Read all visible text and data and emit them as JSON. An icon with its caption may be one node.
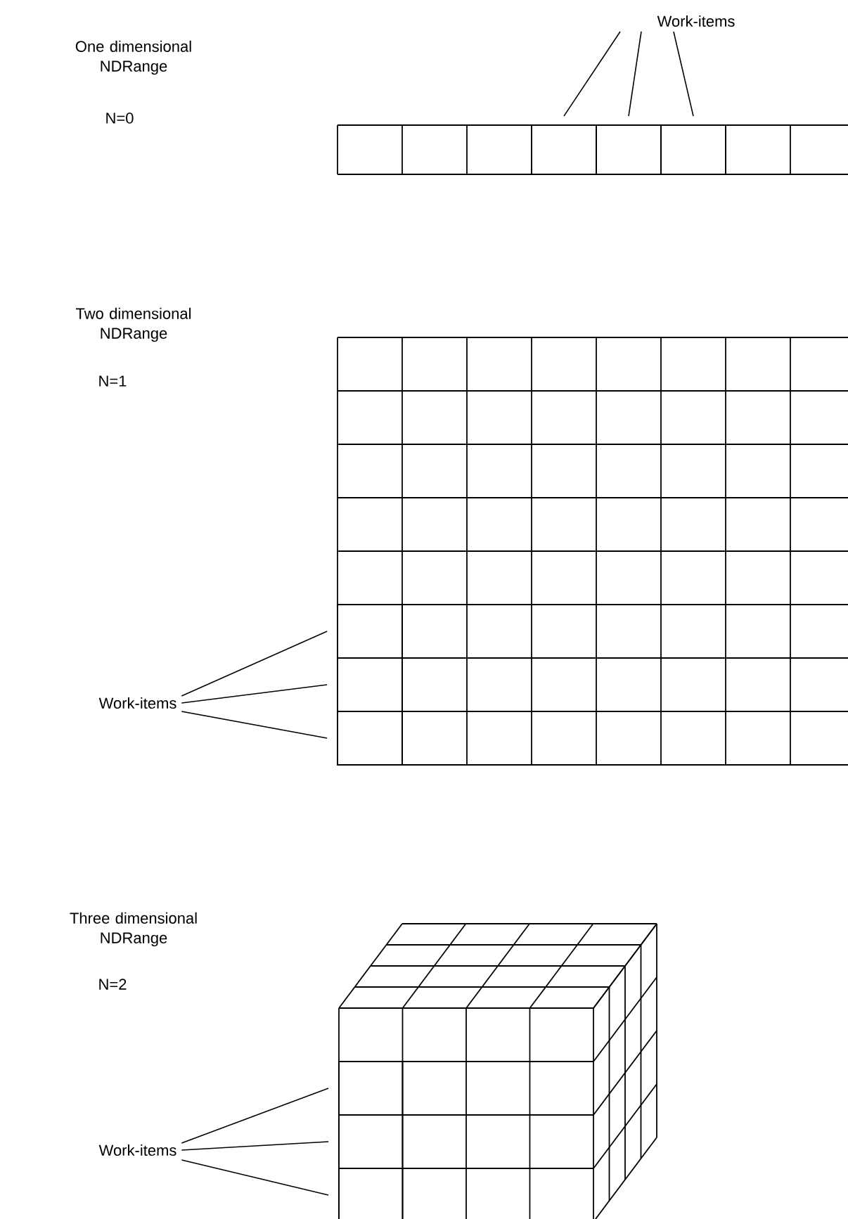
{
  "diagram": {
    "nodes": [
      {
        "text": [
          "Work-items"
        ]
      },
      {
        "text": [],
        "shape": "box"
      },
      {
        "text": [],
        "shape": "box"
      },
      {
        "text": [],
        "shape": "box"
      },
      {
        "text": [
          "Work-items"
        ]
      },
      {
        "text": [],
        "shape": "box"
      },
      {
        "text": [],
        "shape": "box"
      },
      {
        "text": [],
        "shape": "box"
      },
      {
        "text": [
          "Work-items"
        ]
      },
      {
        "text": [],
        "shape": "box"
      },
      {
        "text": [],
        "shape": "box"
      },
      {
        "text": [],
        "shape": "box"
      }
    ],
    "edges": [
      {
        "from": 0,
        "to": 1,
        "arrow": "none"
      },
      {
        "from": 0,
        "to": 2,
        "arrow": "none"
      },
      {
        "from": 0,
        "to": 3,
        "arrow": "none"
      },
      {
        "from": 4,
        "to": 5,
        "arrow": "none"
      },
      {
        "from": 4,
        "to": 6,
        "arrow": "none"
      },
      {
        "from": 4,
        "to": 7,
        "arrow": "none"
      },
      {
        "from": 8,
        "to": 9,
        "arrow": "none"
      },
      {
        "from": 8,
        "to": 10,
        "arrow": "none"
      },
      {
        "from": 8,
        "to": 11,
        "arrow": "none"
      }
    ],
    "labels": [
      "One dimensional NDRange",
      "N=0",
      "Two dimensional NDRange",
      "N=1",
      "Three dimensional NDRange",
      "N=2"
    ]
  }
}
